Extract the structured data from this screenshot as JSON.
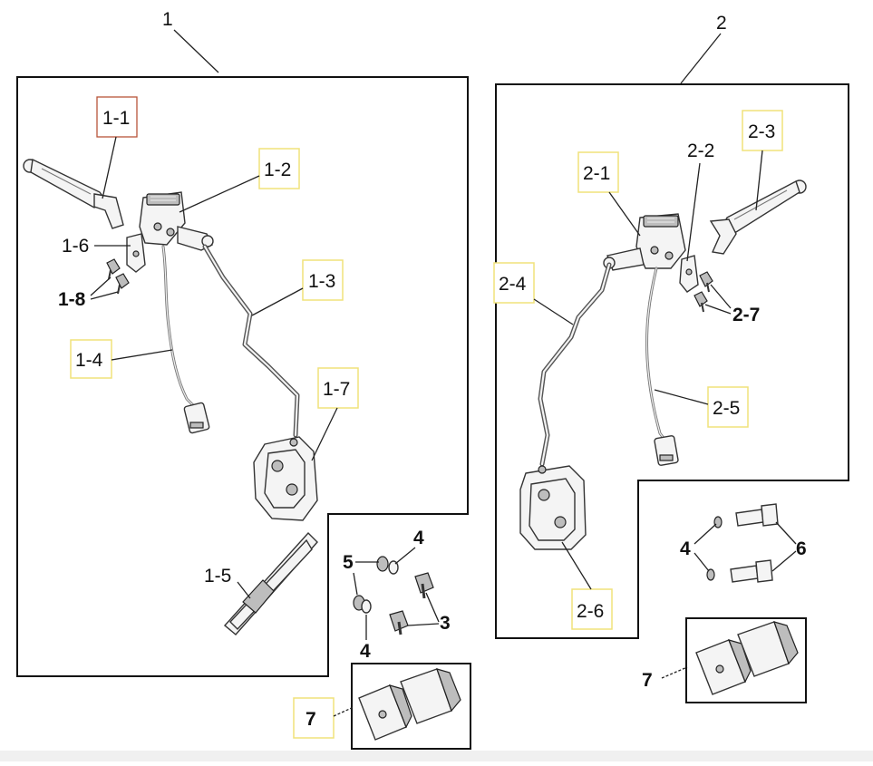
{
  "diagram": {
    "assemblies": [
      {
        "id": "1",
        "label": "1"
      },
      {
        "id": "2",
        "label": "2"
      }
    ],
    "callouts": [
      {
        "id": "1-1",
        "label": "1-1",
        "box": "red"
      },
      {
        "id": "1-2",
        "label": "1-2",
        "box": "yellow"
      },
      {
        "id": "1-3",
        "label": "1-3",
        "box": "yellow"
      },
      {
        "id": "1-4",
        "label": "1-4",
        "box": "yellow"
      },
      {
        "id": "1-5",
        "label": "1-5",
        "box": "none"
      },
      {
        "id": "1-6",
        "label": "1-6",
        "box": "none"
      },
      {
        "id": "1-7",
        "label": "1-7",
        "box": "yellow"
      },
      {
        "id": "1-8",
        "label": "1-8",
        "box": "none"
      },
      {
        "id": "2-1",
        "label": "2-1",
        "box": "yellow"
      },
      {
        "id": "2-2",
        "label": "2-2",
        "box": "none"
      },
      {
        "id": "2-3",
        "label": "2-3",
        "box": "yellow"
      },
      {
        "id": "2-4",
        "label": "2-4",
        "box": "yellow"
      },
      {
        "id": "2-5",
        "label": "2-5",
        "box": "yellow"
      },
      {
        "id": "2-6",
        "label": "2-6",
        "box": "yellow"
      },
      {
        "id": "2-7",
        "label": "2-7",
        "box": "none"
      },
      {
        "id": "3",
        "label": "3",
        "box": "none"
      },
      {
        "id": "4a",
        "label": "4",
        "box": "none"
      },
      {
        "id": "4b",
        "label": "4",
        "box": "none"
      },
      {
        "id": "4c",
        "label": "4",
        "box": "none"
      },
      {
        "id": "5",
        "label": "5",
        "box": "none"
      },
      {
        "id": "6",
        "label": "6",
        "box": "none"
      },
      {
        "id": "7a",
        "label": "7",
        "box": "yellow"
      },
      {
        "id": "7b",
        "label": "7",
        "box": "none"
      }
    ],
    "colors": {
      "line": "#111111",
      "callout_box_yellow": "#f0e27a",
      "callout_box_red": "#b8543a",
      "background": "#ffffff"
    }
  }
}
